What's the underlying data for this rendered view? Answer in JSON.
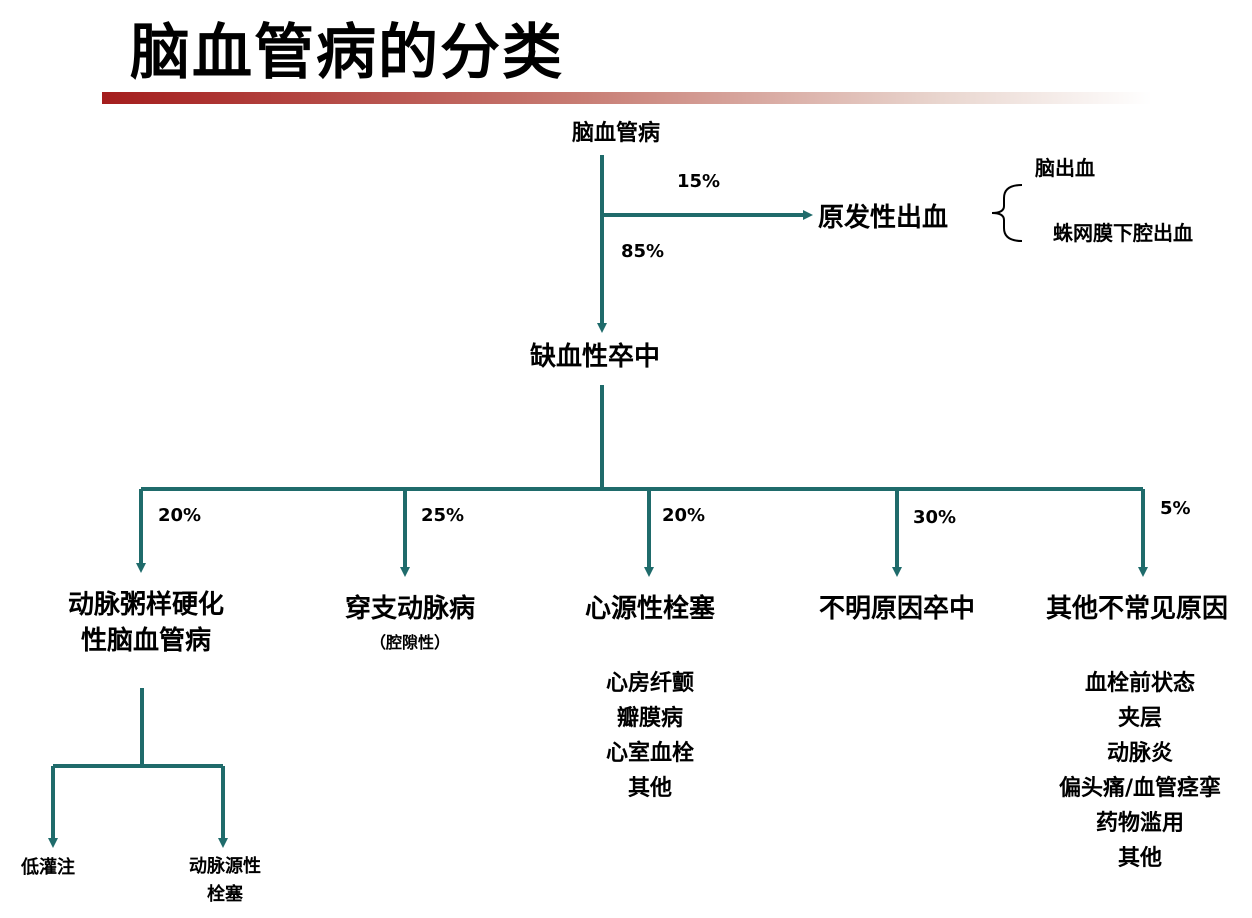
{
  "title": "脑血管病的分类",
  "root": "脑血管病",
  "hemorrhage": {
    "percent": "15%",
    "label": "原发性出血",
    "subtypes": [
      "脑出血",
      "蛛网膜下腔出血"
    ]
  },
  "ischemic": {
    "percent": "85%",
    "label": "缺血性卒中",
    "children": [
      {
        "percent": "20%",
        "label_line1": "动脉粥样硬化",
        "label_line2": "性脑血管病"
      },
      {
        "percent": "25%",
        "label_line1": "穿支动脉病",
        "label_line2": "（腔隙性）"
      },
      {
        "percent": "20%",
        "label_line1": "心源性栓塞"
      },
      {
        "percent": "30%",
        "label_line1": "不明原因卒中"
      },
      {
        "percent": "5%",
        "label_line1": "其他不常见原因"
      }
    ],
    "atherosclerosis_branches": [
      {
        "label_line1": "低灌注"
      },
      {
        "label_line1": "动脉源性",
        "label_line2": "栓塞"
      }
    ],
    "cardioembolic_causes": [
      "心房纤颤",
      "瓣膜病",
      "心室血栓",
      "其他"
    ],
    "other_causes": [
      "血栓前状态",
      "夹层",
      "动脉炎",
      "偏头痛/血管痉挛",
      "药物滥用",
      "其他"
    ]
  },
  "colors": {
    "line": "#1f6b6b",
    "title_bar_start": "#a41d1d"
  }
}
